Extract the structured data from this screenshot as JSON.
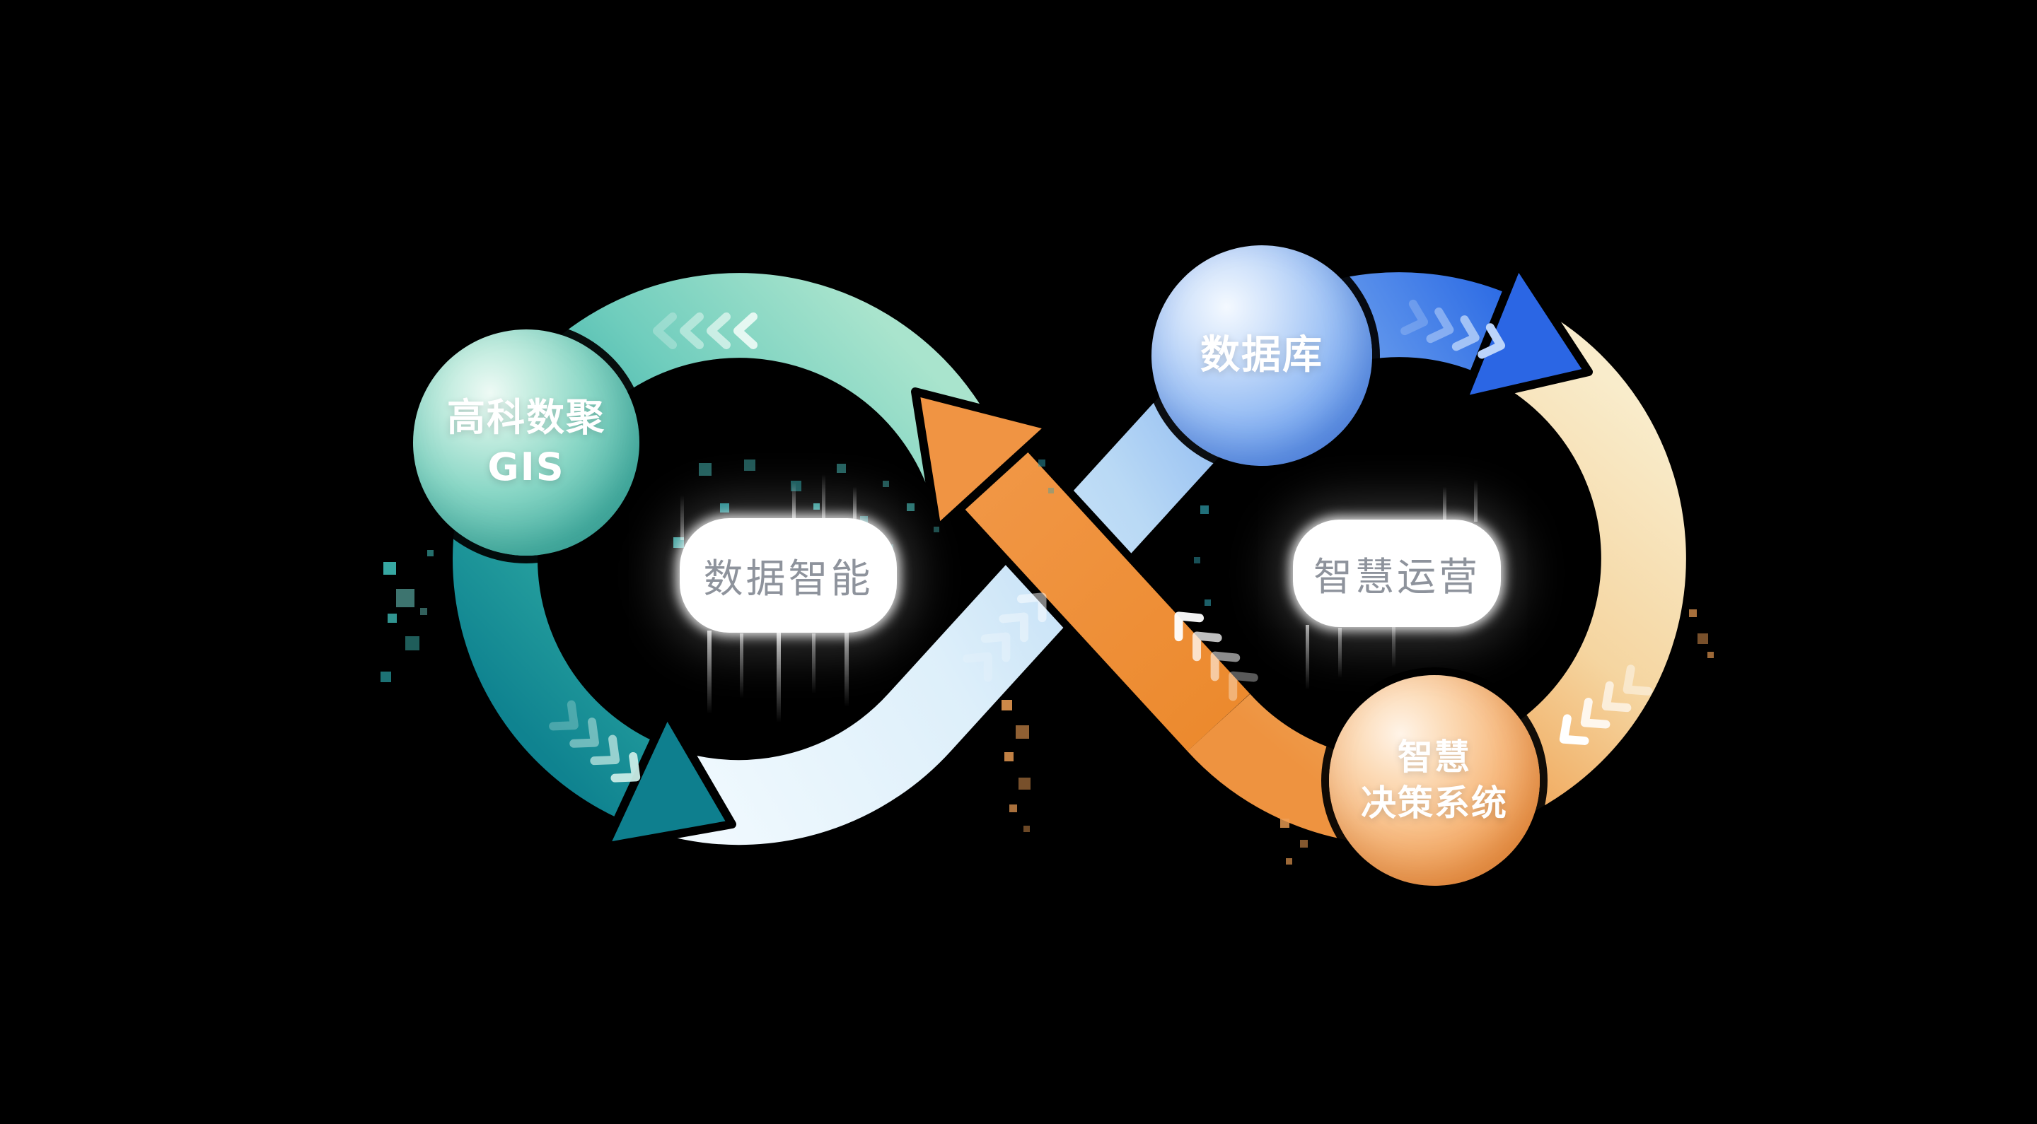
{
  "diagram": {
    "nodes": {
      "gis": {
        "line1": "高科数聚",
        "line2": "GIS"
      },
      "database": {
        "label": "数据库"
      },
      "decision": {
        "line1": "智慧",
        "line2": "决策系统"
      }
    },
    "loop_labels": {
      "left": "数据智能",
      "right": "智慧运营"
    },
    "colors": {
      "teal": "#2aa5a1",
      "teal_dark": "#0f8390",
      "teal_light": "#a9e4cd",
      "ice_blue": "#dbeefa",
      "blue": "#2b6ae4",
      "cream": "#f5d5a0",
      "orange": "#ee8c31",
      "pill_background": "#ffffff",
      "pill_text": "#8e939c",
      "background": "#000000"
    }
  }
}
